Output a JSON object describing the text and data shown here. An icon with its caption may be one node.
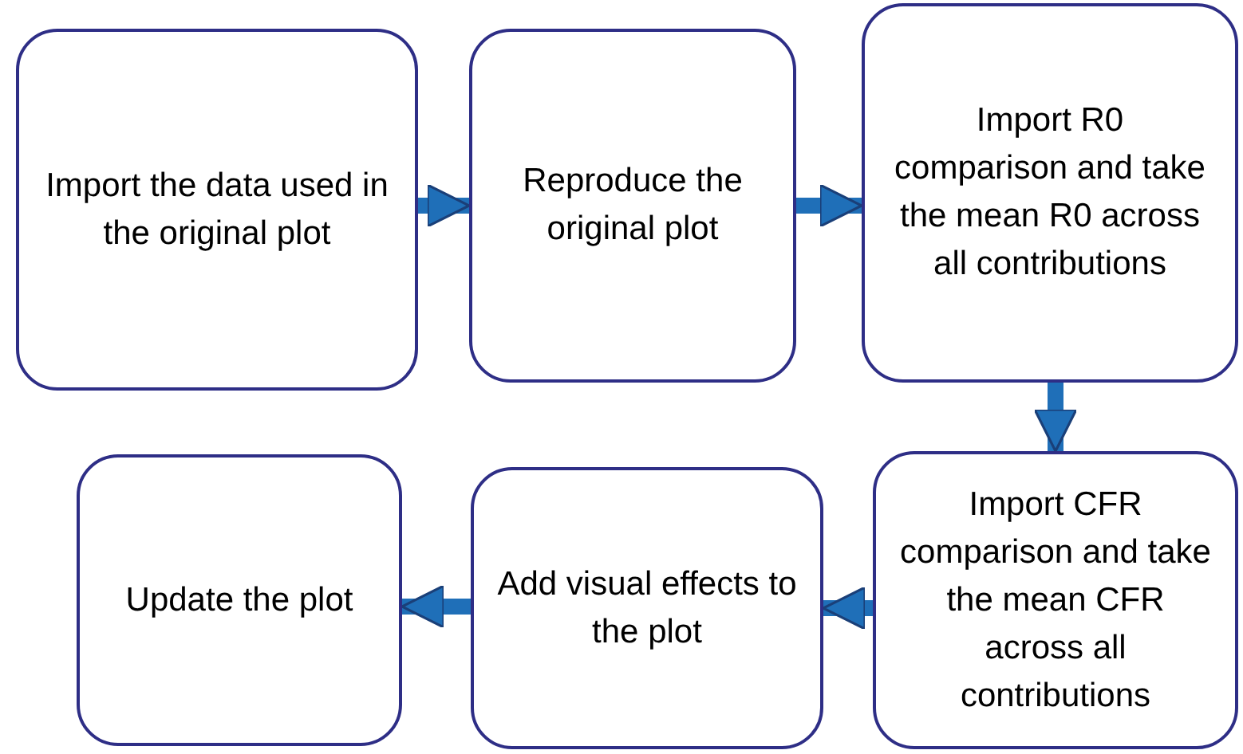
{
  "diagram": {
    "nodes": [
      {
        "text": [
          "Import the data used in the original plot"
        ]
      },
      {
        "text": [
          "Reproduce the original plot"
        ]
      },
      {
        "text": [
          "Import R0 comparison and take the mean R0 across all contributions"
        ]
      },
      {
        "text": [
          "Import CFR comparison and take the mean CFR across all contributions"
        ]
      },
      {
        "text": [
          "Add visual effects to the plot"
        ]
      },
      {
        "text": [
          "Update the plot"
        ]
      }
    ],
    "edges": [
      {
        "from": 0,
        "to": 1,
        "arrow": "to"
      },
      {
        "from": 1,
        "to": 2,
        "arrow": "to"
      },
      {
        "from": 2,
        "to": 3,
        "arrow": "to"
      },
      {
        "from": 3,
        "to": 4,
        "arrow": "to"
      },
      {
        "from": 4,
        "to": 5,
        "arrow": "to"
      }
    ]
  }
}
